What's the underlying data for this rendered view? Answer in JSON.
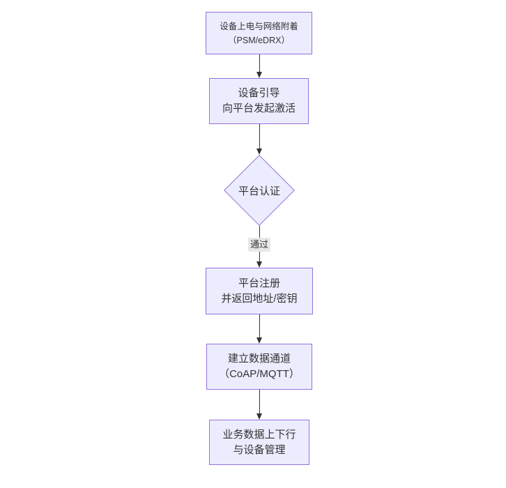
{
  "diagram": {
    "type": "flowchart",
    "direction": "top-down",
    "colors": {
      "background": "#ffffff",
      "node_fill": "#ececff",
      "node_border": "#9370db",
      "text": "#333333",
      "edge": "#333333",
      "edge_label_bg": "#e8e8e8"
    },
    "nodes": [
      {
        "id": "power-attach",
        "shape": "rect",
        "lines": [
          "设备上电与网络附着",
          "（PSM/eDRX）"
        ]
      },
      {
        "id": "bootstrap",
        "shape": "rect",
        "lines": [
          "设备引导",
          "向平台发起激活"
        ]
      },
      {
        "id": "platform-auth",
        "shape": "diamond",
        "lines": [
          "平台认证"
        ]
      },
      {
        "id": "platform-register",
        "shape": "rect",
        "lines": [
          "平台注册",
          "并返回地址/密钥"
        ]
      },
      {
        "id": "data-channel",
        "shape": "rect",
        "lines": [
          "建立数据通道",
          "（CoAP/MQTT）"
        ]
      },
      {
        "id": "business-data",
        "shape": "rect",
        "lines": [
          "业务数据上下行",
          "与设备管理"
        ]
      }
    ],
    "edges": [
      {
        "from": "power-attach",
        "to": "bootstrap",
        "label": ""
      },
      {
        "from": "bootstrap",
        "to": "platform-auth",
        "label": ""
      },
      {
        "from": "platform-auth",
        "to": "platform-register",
        "label": "通过"
      },
      {
        "from": "platform-register",
        "to": "data-channel",
        "label": ""
      },
      {
        "from": "data-channel",
        "to": "business-data",
        "label": ""
      }
    ]
  }
}
